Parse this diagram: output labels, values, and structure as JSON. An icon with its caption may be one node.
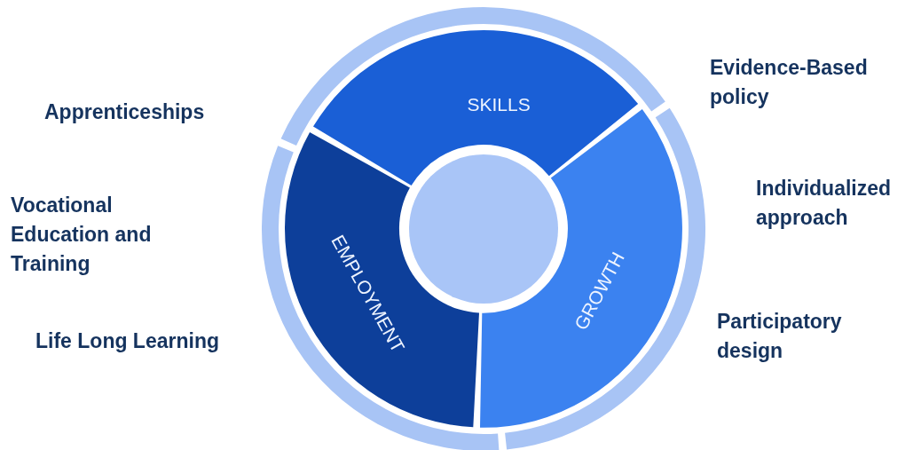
{
  "diagram": {
    "nodes": [
      {
        "text": [
          "SKILLS"
        ]
      },
      {
        "text": [
          "EMPLOYMENT"
        ]
      },
      {
        "text": [
          "GROWTH"
        ]
      },
      {
        "text": [],
        "shape": "circle"
      }
    ],
    "edges": [],
    "labels": [
      "Apprenticeships",
      "Vocational Education and Training",
      "Life Long Learning",
      "Evidence-Based policy",
      "Individualized approach",
      "Participatory design"
    ]
  }
}
